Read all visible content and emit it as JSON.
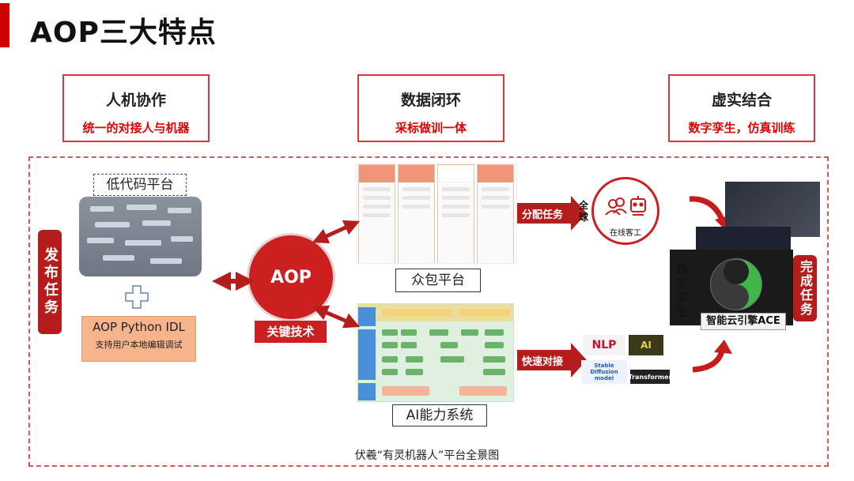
{
  "header": {
    "title": "AOP三大特点"
  },
  "features": [
    {
      "title": "人机协作",
      "subtitle": "统一的对接人与机器"
    },
    {
      "title": "数据闭环",
      "subtitle": "采标做训一体"
    },
    {
      "title": "虚实结合",
      "subtitle": "数字孪生，仿真训练"
    }
  ],
  "left": {
    "publish_tag": "发布任务",
    "lowcode_label": "低代码平台",
    "idl_title": "AOP Python IDL",
    "idl_subtitle": "支持用户本地编辑调试"
  },
  "center": {
    "aop_label": "AOP",
    "key_tech": "关键技术",
    "crowd_label": "众包平台",
    "ai_label": "AI能力系统"
  },
  "flow": {
    "assign_label": "分配任务",
    "fast_label": "快速对接",
    "global_text": "全球",
    "worker_label": "在线客工"
  },
  "ai_logos": {
    "nlp": "NLP",
    "stable_diffusion": "Stable Diffusion model",
    "transformer": "Transformer"
  },
  "right": {
    "twin_text": "数字孪生",
    "ace_label": "智能云引擎ACE",
    "complete_tag": "完成任务"
  },
  "caption": "伏羲“有灵机器人”平台全景图",
  "colors": {
    "accent": "#cc1f1f",
    "frame": "#dd5555",
    "idl": "#f5b48c"
  }
}
